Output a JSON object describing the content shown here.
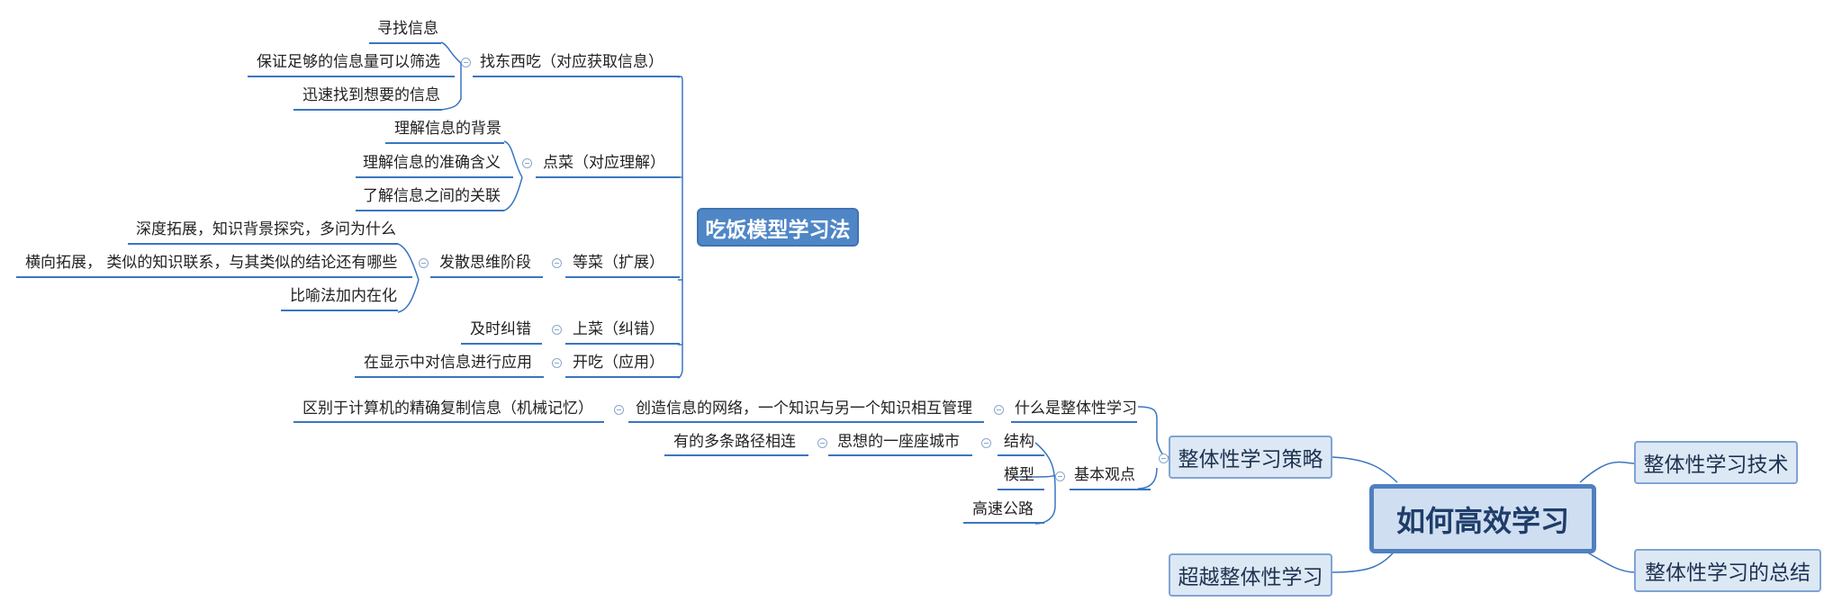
{
  "root": "如何高效学习",
  "right_topics": [
    "整体性学习技术",
    "整体性学习的总结"
  ],
  "strategy": {
    "label": "整体性学习策略",
    "what": "什么是整体性学习",
    "what_child": "创造信息的网络，一个知识与另一个知识相互管理",
    "what_grandchild": "区别于计算机的精确复制信息（机械记忆）",
    "basic": "基本观点",
    "structure": "结构",
    "city": "思想的一座座城市",
    "paths": "有的多条路径相连",
    "model": "模型",
    "highway": "高速公路"
  },
  "beyond": "超越整体性学习",
  "eating": {
    "label": "吃饭模型学习法",
    "find": {
      "label": "找东西吃（对应获取信息）",
      "items": [
        "寻找信息",
        "保证足够的信息量可以筛选",
        "迅速找到想要的信息"
      ]
    },
    "order": {
      "label": "点菜（对应理解）",
      "items": [
        "理解信息的背景",
        "理解信息的准确含义",
        "了解信息之间的关联"
      ]
    },
    "wait": {
      "label": "等菜（扩展）",
      "stage": "发散思维阶段",
      "items": [
        "深度拓展，知识背景探究，多问为什么",
        "横向拓展， 类似的知识联系，与其类似的结论还有哪些",
        "比喻法加内在化"
      ]
    },
    "serve": {
      "label": "上菜（纠错）",
      "item": "及时纠错"
    },
    "eat": {
      "label": "开吃（应用）",
      "item": "在显示中对信息进行应用"
    }
  }
}
